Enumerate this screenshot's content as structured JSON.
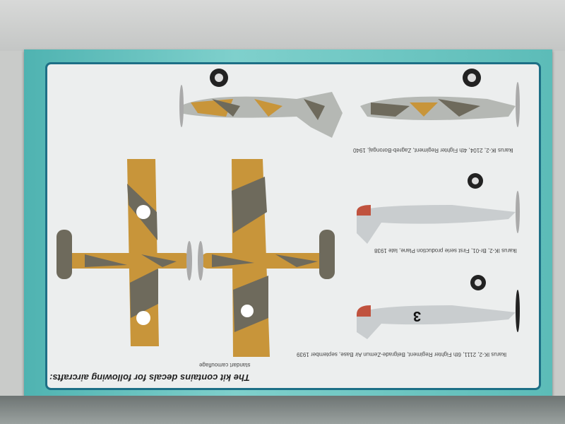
{
  "heading": "The kit contains decals for following aircrafts:",
  "camouflage_label": "standart camouflage",
  "captions": [
    "Ikarus IK-2, 2111, 6th Fighter Regiment, Belgrade-Zemun Air Base, september 1939",
    "Ikarus IK-2, Br-01, First serie production Plane, late 1938",
    "Ikarus IK-2, 2104, 4th Fighter Regiment, Zagreb-Borongaj, 1940"
  ],
  "aircraft_number": "3",
  "colors": {
    "frame": "#5cbcb8",
    "border": "#1d6f86",
    "camo_tan": "#c8953a",
    "camo_gray": "#6e6a5c",
    "silver": "#c9cdcf"
  }
}
